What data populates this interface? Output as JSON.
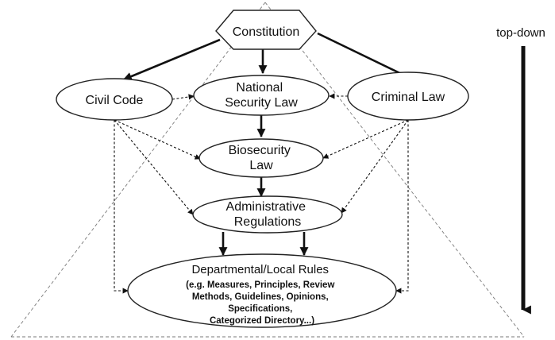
{
  "diagram": {
    "nodes": {
      "constitution": [
        "Constitution"
      ],
      "civil_code": [
        "Civil Code"
      ],
      "national_security_law": [
        "National",
        "Security Law"
      ],
      "criminal_law": [
        "Criminal Law"
      ],
      "biosecurity_law": [
        "Biosecurity",
        "Law"
      ],
      "administrative_regulations": [
        "Administrative",
        "Regulations"
      ],
      "departmental_local_rules": [
        "Departmental/Local Rules",
        "(e.g. Measures, Principles, Review",
        "Methods, Guidelines, Opinions,",
        "Specifications,",
        "Categorized Directory...)"
      ]
    },
    "direction_label": "top-down",
    "edges": [
      {
        "from": "constitution",
        "to": "civil_code",
        "style": "solid"
      },
      {
        "from": "constitution",
        "to": "national_security_law",
        "style": "solid"
      },
      {
        "from": "constitution",
        "to": "criminal_law",
        "style": "solid"
      },
      {
        "from": "civil_code",
        "to": "national_security_law",
        "style": "dashed"
      },
      {
        "from": "criminal_law",
        "to": "national_security_law",
        "style": "dashed"
      },
      {
        "from": "national_security_law",
        "to": "biosecurity_law",
        "style": "solid"
      },
      {
        "from": "civil_code",
        "to": "biosecurity_law",
        "style": "dashed"
      },
      {
        "from": "criminal_law",
        "to": "biosecurity_law",
        "style": "dashed"
      },
      {
        "from": "biosecurity_law",
        "to": "administrative_regulations",
        "style": "solid"
      },
      {
        "from": "civil_code",
        "to": "administrative_regulations",
        "style": "dashed"
      },
      {
        "from": "criminal_law",
        "to": "administrative_regulations",
        "style": "dashed"
      },
      {
        "from": "administrative_regulations",
        "to": "departmental_local_rules",
        "style": "solid"
      },
      {
        "from": "civil_code",
        "to": "departmental_local_rules",
        "style": "dashed"
      },
      {
        "from": "criminal_law",
        "to": "departmental_local_rules",
        "style": "dashed"
      }
    ]
  }
}
